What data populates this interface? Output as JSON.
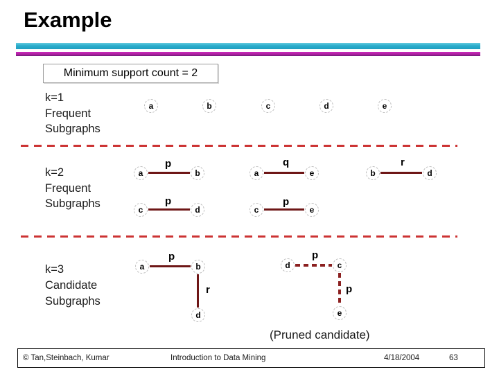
{
  "title": "Example",
  "support_box": {
    "text": "Minimum support count = 2"
  },
  "sections": {
    "k1": {
      "lines": [
        "k=1",
        "Frequent",
        "Subgraphs"
      ]
    },
    "k2": {
      "lines": [
        "k=2",
        "Frequent",
        "Subgraphs"
      ]
    },
    "k3": {
      "lines": [
        "k=3",
        "Candidate",
        "Subgraphs"
      ]
    }
  },
  "k1_nodes": [
    "a",
    "b",
    "c",
    "d",
    "e"
  ],
  "k2_graphs": [
    {
      "from": "a",
      "edge": "p",
      "to": "b"
    },
    {
      "from": "a",
      "edge": "q",
      "to": "e"
    },
    {
      "from": "b",
      "edge": "r",
      "to": "d"
    },
    {
      "from": "c",
      "edge": "p",
      "to": "d"
    },
    {
      "from": "c",
      "edge": "p",
      "to": "e"
    }
  ],
  "k3_graphs": [
    {
      "style": "solid",
      "nodes": [
        "a",
        "b",
        "d"
      ],
      "edges": [
        "p",
        "r"
      ]
    },
    {
      "style": "dashed",
      "nodes": [
        "d",
        "c",
        "e"
      ],
      "edges": [
        "p",
        "p"
      ],
      "note": "(Pruned candidate)"
    }
  ],
  "footer": {
    "copyright": "© Tan,Steinbach, Kumar",
    "center": "Introduction to Data Mining",
    "date": "4/18/2004",
    "page": "63"
  },
  "colors": {
    "accent_cyan": "#2aaccb",
    "accent_magenta": "#b122a8",
    "separator_red": "#cc3333",
    "edge_solid": "#6e1616",
    "edge_dashed": "#8b2020"
  }
}
